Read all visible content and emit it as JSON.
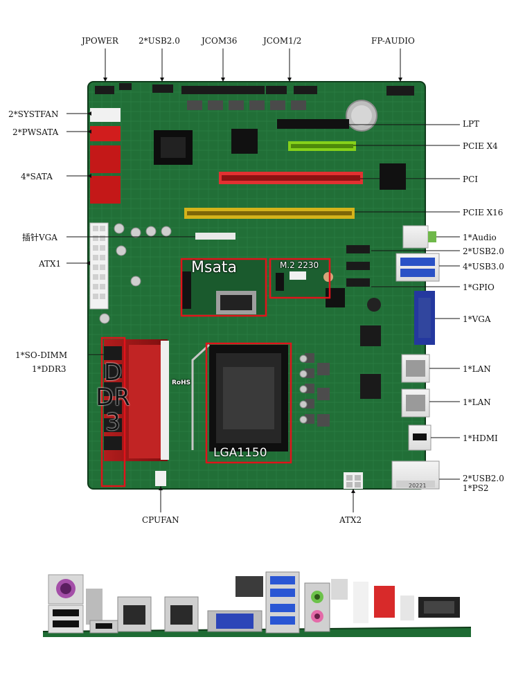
{
  "labels": {
    "top": [
      "JPOWER",
      "2*USB2.0",
      "JCOM36",
      "JCOM1/2",
      "FP-AUDIO"
    ],
    "left": {
      "systfan": "2*SYSTFAN",
      "pwsata": "2*PWSATA",
      "sata": "4*SATA",
      "vga_pin": "插针VGA",
      "atx1": "ATX1",
      "sodimm": "1*SO-DIMM",
      "ddr3": "1*DDR3"
    },
    "right": {
      "lpt": "LPT",
      "pcie_x4": "PCIE X4",
      "pci": "PCI",
      "pcie_x16": "PCIE X16",
      "audio": "1*Audio",
      "usb20": "2*USB2.0",
      "usb30": "4*USB3.0",
      "gpio": "1*GPIO",
      "vga": "1*VGA",
      "lan1": "1*LAN",
      "lan2": "1*LAN",
      "hdmi": "1*HDMI",
      "usb_ps2_a": "2*USB2.0",
      "usb_ps2_b": "1*PS2"
    },
    "bottom": {
      "cpufan": "CPUFAN",
      "atx2": "ATX2"
    }
  },
  "overlays": {
    "msata": "Msata",
    "m2": "M.2 2230",
    "ddr3_vertical": "DDR3",
    "socket": "LGA1150",
    "rohs": "RoHS",
    "label_20221": "20221"
  },
  "colors": {
    "pcb": "#1f6b35",
    "pcb_dark": "#124a22",
    "highlight": "#e0131b",
    "pci_slot": "#e23030",
    "pcie_x4": "#8bd41e",
    "pcie_x16": "#d3b51a",
    "vga_port": "#2b3fb0"
  }
}
